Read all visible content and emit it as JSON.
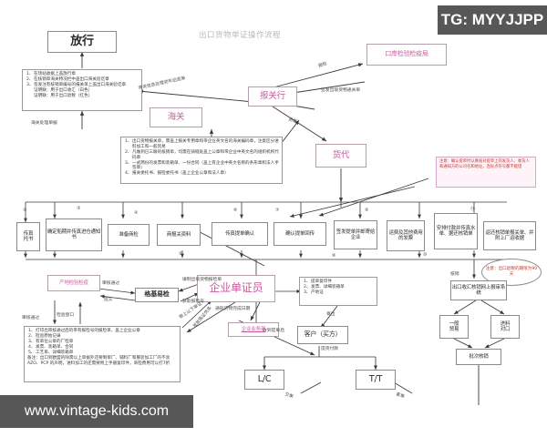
{
  "title": "出口货物单证操作流程",
  "watermarks": {
    "top_right": "TG: MYYJJPP",
    "bottom_left": "www.vintage-kids.com"
  },
  "nodes": {
    "fangxing": "放行",
    "haiguan": "海关",
    "baoguanhang": "报关行",
    "kouan": "口岸检验检疫局",
    "huodai": "货代",
    "chuandi_tuoshu": "传真\n托书",
    "queding_chuanqi": "确定船期并传真进仓通知书",
    "zhunbei_shangjian": "准备商检",
    "shang_baoguan": "商报关资料",
    "chuanzhen_tidan": "传真提单确认",
    "queren_tidan": "确认提单回传",
    "qianfa_tidan": "签发提单并邮寄给企业",
    "yunfei_fapiao": "运费及其他费用的发票",
    "anpai_fukuan": "安排付款并传真水单、据还核销单",
    "fanhuan_hexiao": "返还核销单报关单、并附上厂运收据",
    "chandi_jianyan": "产地检验检疫",
    "geji_yijian": "格基易检",
    "qiye_danzhengyuan": "企业单证员",
    "qiye_yewubu": "企业业务部",
    "kehu": "客户（买方）",
    "lc": "L/C",
    "tt": "T/T",
    "hexiao_xitong": "出口收汇核销网上报审系统",
    "yiban_maoyi": "一般\n贸易",
    "jinliao_duikou": "进料\n对口",
    "pici_hexiao": "批次核销"
  },
  "detail_boxes": {
    "fangxing_list": {
      "items": [
        "在场站收据上盖放行章",
        "在核销单海关特况栏中盖出口海关验讫章",
        "签发注有核销单编号的报关单上盖出口海关验讫章\n证明联：用于出口收汇（白色）\n证明联：用于出口退税（红色）"
      ]
    },
    "baoguan_list": {
      "items": [
        "出口货物报关单，需盖上报关专用章和带企业英文名的海关编码章，注意区分进料加工和一般贸易",
        "凡做到已三联的核销单，均需在骑缝处盖上公章和带企业中英文名的组织机构代码章",
        "一式两份的发票和装箱单、一份合同（盖上有企业中英文名称的条形章和法人手签章）",
        "报关委托书、报检委托书（盖上企业公章和法人章）"
      ]
    },
    "shangjian_list": {
      "items": [
        "打印出审核通过后的带有报检号的报检单，盖上企业公章",
        "检验原始记录",
        "有单位公章的厂检单",
        "发票、装箱单、合同",
        "工艺单、详细装箱单"
      ],
      "note": "备注：出口到欧盟的除需以上单据外还要制单厂、辅料厂和服装加工厂的不含 AZO、PCP 的声明，进料加工的还需要附上手册复印件，商检费用可以打7折"
    },
    "kehu_list": {
      "items": [
        "提单复印件",
        "发票、详细装箱单",
        "产地证"
      ]
    }
  },
  "callouts": {
    "tidan_note": "注意：确认提单时认真核对提单上的发货人、收货人和通知方的公司名和地址，连标点符号都不能错",
    "tuishui_note": "注意：出口退税的期限为90天"
  },
  "edge_labels": {
    "haiguan_chuli": "海关处理单据",
    "haiguan_xinxi": "海关信息处理完毕后退单",
    "baojian": "报检",
    "qianfa_tongguan": "签发出境货物通关单",
    "tuidan": "退单",
    "shenhe_tongguo_1": "审核通过",
    "shenhe_tongguo_2": "审核通过",
    "tianzhi": "填制出境货物报检单",
    "tijiao": "提交",
    "huoqu": "获取报检号",
    "daishang": "带上以下单证",
    "jianyan_chuangkou": "检验窗口",
    "fafang": "发放换证凭条",
    "tongzhi": "通知货物完成日期",
    "jiaodan": "交单",
    "shoudao_tidan": "收到提单后",
    "tihuo_fukuan": "提货付款",
    "jiaodan_lc": "交单",
    "jiaodan_tt": "客单",
    "jichu": "寄出",
    "hexiao": "核销"
  },
  "step_numbers": [
    "②",
    "③",
    "④",
    "⑤",
    "⑥",
    "⑦",
    "⑧",
    "⑨",
    "⑩",
    "⑪",
    "⑫",
    "⑬"
  ],
  "colors": {
    "accent_pink": "#c24aa5",
    "note_red": "#c0392b",
    "line": "#4a4a4a",
    "box_border": "#8a8a8a",
    "watermark_bg": "#575757"
  }
}
